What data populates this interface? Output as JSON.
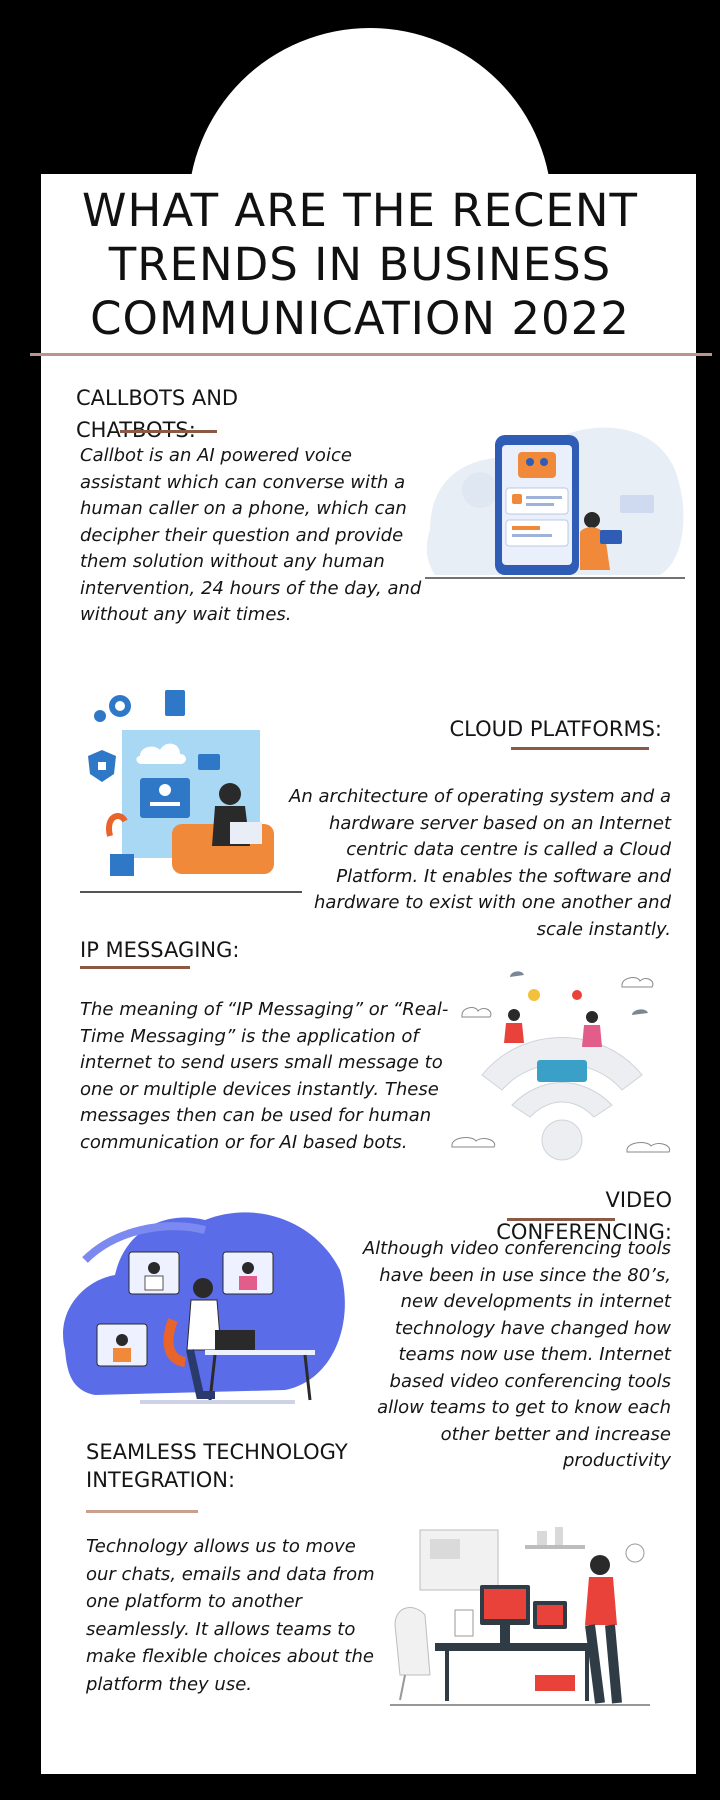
{
  "title_lines": [
    "WHAT ARE THE RECENT",
    "TRENDS IN BUSINESS",
    "COMMUNICATION 2022"
  ],
  "colors": {
    "background": "#000000",
    "card": "#ffffff",
    "rule": "#b8978a",
    "underline": "#8a5a44"
  },
  "sections": {
    "callbots": {
      "heading_lines": [
        "CALLBOTS AND",
        "CHATBOTS:"
      ],
      "body_lines": [
        "Callbot is an AI powered voice",
        "assistant which can converse with a",
        "human caller on a phone, which can",
        "decipher their question and provide",
        "them solution without any human",
        "intervention, 24 hours of the day, and",
        "without any wait times."
      ],
      "illustration": "phone-chatbot-illustration"
    },
    "cloud": {
      "heading_lines": [
        "CLOUD PLATFORMS:"
      ],
      "body_lines": [
        "An architecture of operating system and a",
        "hardware server based on an Internet",
        "centric data centre is called a Cloud",
        "Platform. It enables the software and",
        "hardware to exist with one another and",
        "scale instantly."
      ],
      "illustration": "cloud-computing-illustration"
    },
    "ip": {
      "heading_lines": [
        "IP MESSAGING:"
      ],
      "body_lines": [
        "The meaning of “IP Messaging” or “Real-",
        "Time Messaging” is the application of",
        "internet to send users small message to",
        "one or multiple devices instantly. These",
        "messages then can be used for human",
        "communication or for AI based bots."
      ],
      "illustration": "wifi-messaging-illustration"
    },
    "video": {
      "heading_lines": [
        "VIDEO",
        "CONFERENCING:"
      ],
      "body_lines": [
        "Although video conferencing tools",
        "have been in use since the 80’s,",
        "new developments in internet",
        "technology have changed how",
        "teams now use them. Internet",
        "based video conferencing tools",
        "allow teams to get to know each",
        "other better and increase",
        "productivity"
      ],
      "illustration": "video-call-illustration"
    },
    "seamless": {
      "heading_lines": [
        "SEAMLESS TECHNOLOGY",
        "INTEGRATION:"
      ],
      "body_lines": [
        "Technology allows us to move",
        "our chats, emails and data from",
        "one platform to another",
        "seamlessly. It allows teams to",
        "make flexible choices about the",
        "platform they use."
      ],
      "illustration": "workspace-illustration"
    }
  }
}
